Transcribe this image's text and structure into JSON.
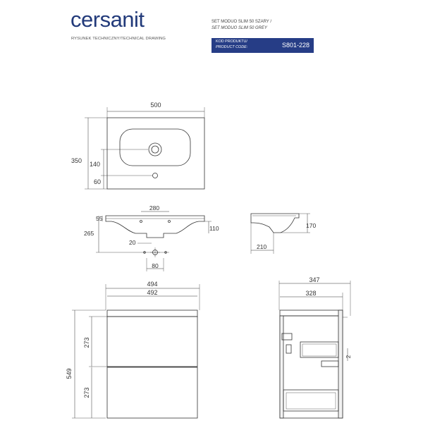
{
  "header": {
    "logo": "cersanit",
    "subtitle": "RYSUNEK TECHNICZNY/TECHNICAL DRAWING",
    "set_name_pl": "SET MODUO SLIM 50 SZARY /",
    "set_name_en": "SET MODUO SLIM 50 GREY",
    "code_label_pl": "KOD PRODUKTU/",
    "code_label_en": "PRODUCT CODE:",
    "code_value": "S801-228"
  },
  "colors": {
    "brand": "#223a7a",
    "code_box": "#263d86",
    "line": "#333333"
  },
  "dimensions": {
    "basin_width": "500",
    "basin_depth": "350",
    "tap_hole_offset": "140",
    "overflow_offset": "60",
    "bowl_width": "280",
    "rim_height": "55",
    "side_height": "110",
    "front_height": "265",
    "side_depth": "170",
    "side_basin_depth": "210",
    "drain_depth": "20",
    "drain_spacing": "80",
    "cabinet_outer_width": "494",
    "cabinet_inner_width": "492",
    "cabinet_height": "549",
    "drawer_upper": "273",
    "drawer_lower": "273",
    "cabinet_depth_outer": "347",
    "cabinet_depth_inner": "328",
    "back_panel": "2"
  }
}
